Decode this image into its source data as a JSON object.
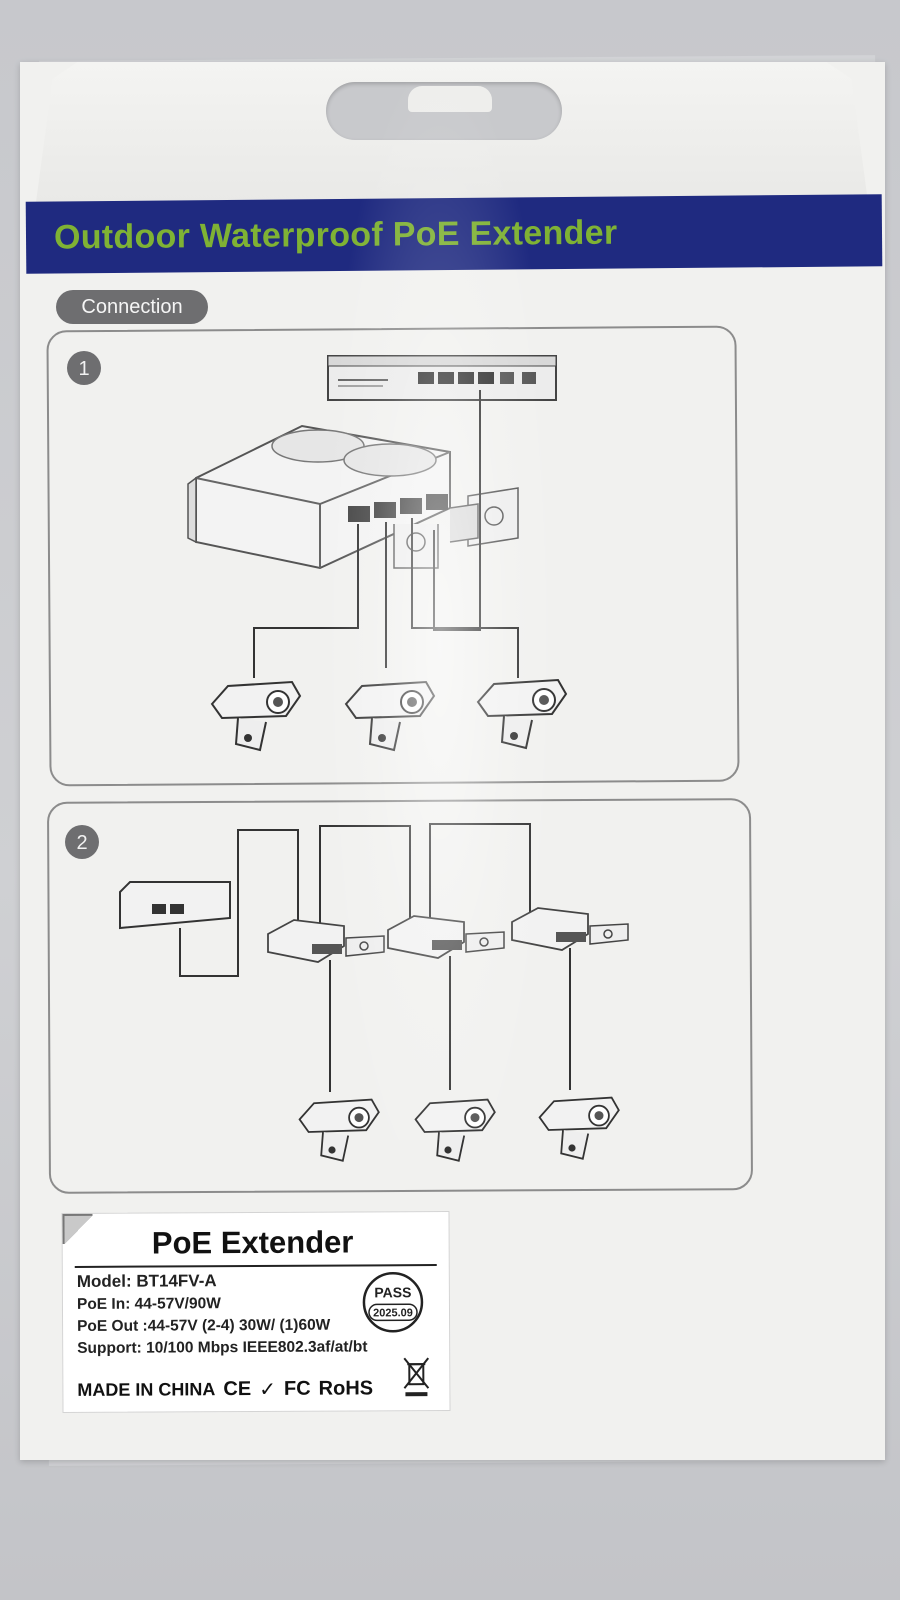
{
  "banner": {
    "title": "Outdoor Waterproof PoE Extender"
  },
  "section": {
    "label": "Connection"
  },
  "panels": [
    {
      "number": "1"
    },
    {
      "number": "2"
    }
  ],
  "label": {
    "title": "PoE Extender",
    "lines": [
      "Model: BT14FV-A",
      "PoE In: 44-57V/90W",
      "PoE Out :44-57V (2-4) 30W/ (1)60W",
      "Support: 10/100 Mbps IEEE802.3af/at/bt"
    ],
    "seal_top": "PASS",
    "seal_bottom": "2025.09",
    "made_in": "MADE IN CHINA",
    "marks": [
      "CE",
      "✓",
      "FC",
      "RoHS"
    ]
  },
  "colors": {
    "banner": "#1f2a80",
    "banner_text": "#7fb234",
    "pill": "#6e6e70",
    "panel_border": "#8c8c8c"
  },
  "icons": [
    "poe-switch-icon",
    "poe-extender-icon",
    "ip-camera-icon",
    "poe-injector-icon",
    "weee-bin-icon",
    "check-mark-icon"
  ]
}
